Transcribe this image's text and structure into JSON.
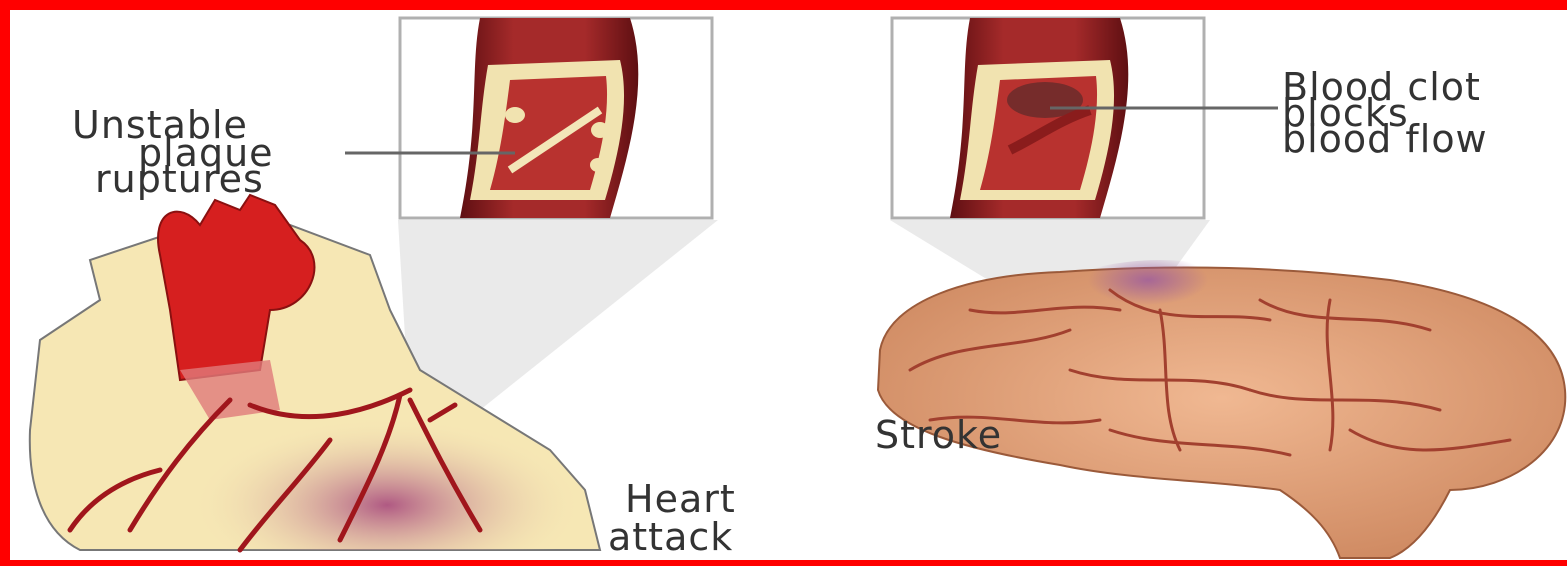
{
  "labels": {
    "plaque_line1": "Unstable",
    "plaque_line2": "plaque",
    "plaque_line3": "ruptures",
    "clot_line1": "Blood clot",
    "clot_line2": "blocks",
    "clot_line3": "blood flow",
    "stroke": "Stroke",
    "heart_line1": "Heart",
    "heart_line2": "attack"
  },
  "colors": {
    "frame": "#ff0000",
    "artery": "#8e1b1f",
    "heart_pale": "#f6e7b4",
    "aorta": "#d61f1f",
    "brain": "#e3a27c",
    "plaque": "#efe1a9"
  }
}
